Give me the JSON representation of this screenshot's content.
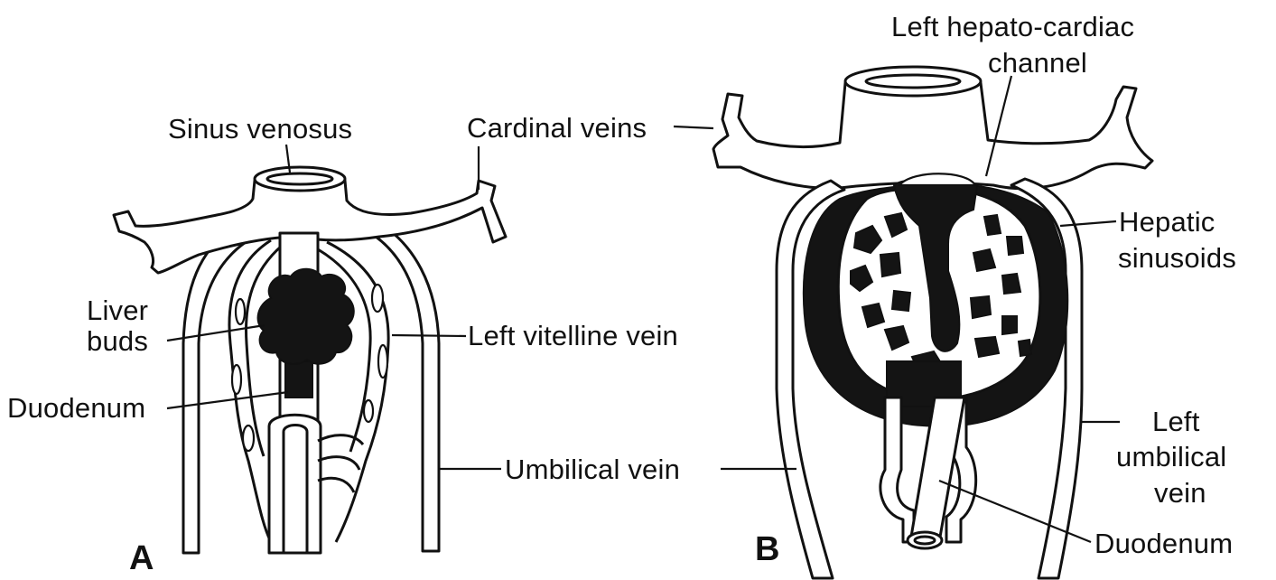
{
  "panels": {
    "a": {
      "letter": "A"
    },
    "b": {
      "letter": "B"
    }
  },
  "labels": {
    "sinus_venosus": "Sinus venosus",
    "cardinal_veins": "Cardinal veins",
    "liver_buds_line1": "Liver",
    "liver_buds_line2": "buds",
    "left_vitelline_vein": "Left vitelline vein",
    "duodenum_a": "Duodenum",
    "umbilical_vein": "Umbilical vein",
    "left_hepato_cardiac_line1": "Left hepato-cardiac",
    "left_hepato_cardiac_line2": "channel",
    "hepatic_sinusoids_line1": "Hepatic",
    "hepatic_sinusoids_line2": "sinusoids",
    "left_umbilical_line1": "Left",
    "left_umbilical_line2": "umbilical",
    "left_umbilical_line3": "vein",
    "duodenum_b": "Duodenum"
  }
}
